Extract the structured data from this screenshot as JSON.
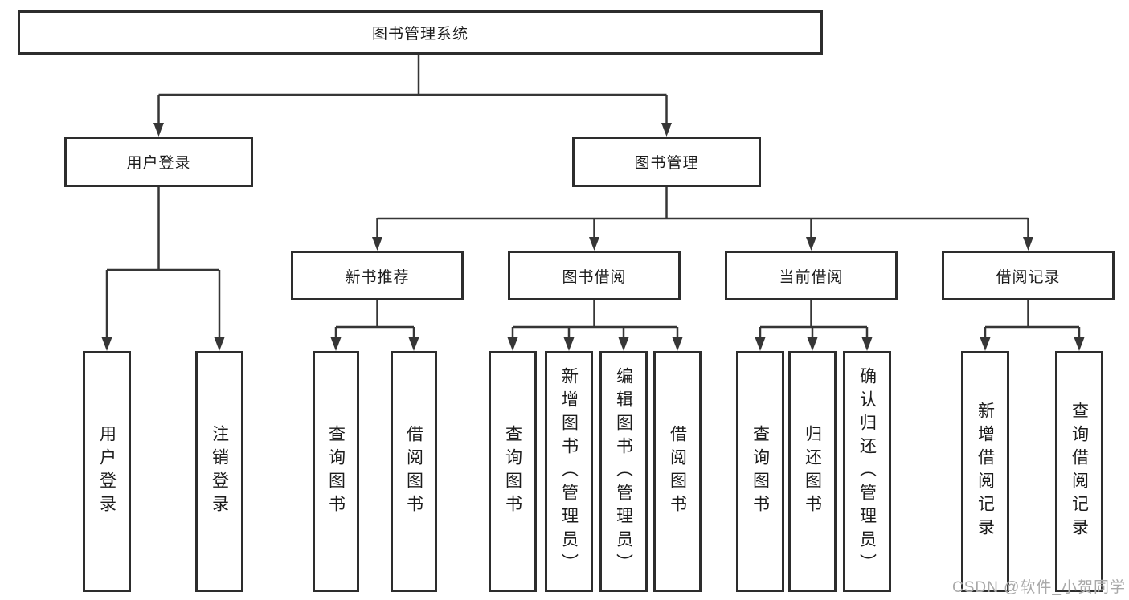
{
  "diagram": {
    "root": {
      "label": "图书管理系统"
    },
    "level2": [
      {
        "label": "用户登录"
      },
      {
        "label": "图书管理"
      }
    ],
    "level3": [
      {
        "label": "新书推荐"
      },
      {
        "label": "图书借阅"
      },
      {
        "label": "当前借阅"
      },
      {
        "label": "借阅记录"
      }
    ],
    "leaves": {
      "user_login": [
        {
          "label": "用户登录"
        },
        {
          "label": "注销登录"
        }
      ],
      "new_book_recommend": [
        {
          "label": "查询图书"
        },
        {
          "label": "借阅图书"
        }
      ],
      "book_borrow": [
        {
          "label": "查询图书"
        },
        {
          "label": "新增图书（管理员）"
        },
        {
          "label": "编辑图书（管理员）"
        },
        {
          "label": "借阅图书"
        }
      ],
      "current_borrow": [
        {
          "label": "查询图书"
        },
        {
          "label": "归还图书"
        },
        {
          "label": "确认归还（管理员）"
        }
      ],
      "borrow_records": [
        {
          "label": "新增借阅记录"
        },
        {
          "label": "查询借阅记录"
        }
      ]
    },
    "watermark": "CSDN @软件_小贺同学",
    "colors": {
      "line": "#363636",
      "border": "#2d2d2d",
      "text": "#1c1c1c",
      "watermark": "#a9a9a9",
      "background": "#ffffff"
    }
  }
}
